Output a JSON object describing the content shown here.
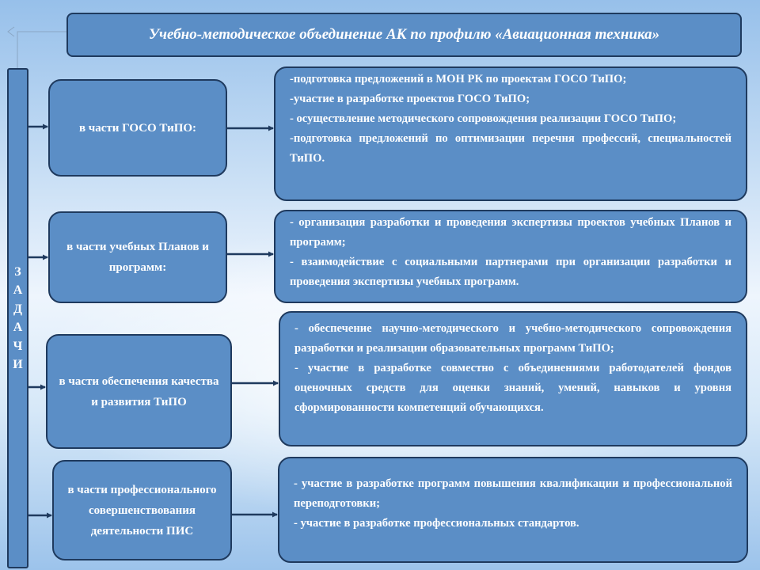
{
  "title": "Учебно-методическое объединение АК по профилю «Авиационная техника»",
  "tasks_label_letters": [
    "З",
    "А",
    "Д",
    "А",
    "Ч",
    "И"
  ],
  "sections": [
    {
      "category": "в части ГОСО ТиПО:",
      "items": [
        "-подготовка предложений в МОН РК по проектам ГОСО ТиПО;",
        "-участие в разработке проектов ГОСО ТиПО;",
        "- осуществление методического сопровождения реализации ГОСО ТиПО;",
        "-подготовка предложений по оптимизации перечня профессий, специальностей ТиПО."
      ]
    },
    {
      "category": "в части учебных Планов и программ:",
      "items": [
        "- организация разработки и проведения экспертизы проектов учебных  Планов и программ;",
        "- взаимодействие с социальными партнерами при организации разработки и проведения экспертизы учебных программ."
      ]
    },
    {
      "category": "в части обеспечения качества и развития ТиПО",
      "items": [
        "- обеспечение научно-методического и учебно-методического сопровождения разработки и реализации образовательных программ ТиПО;",
        "- участие в разработке совместно с объединениями работодателей фондов оценочных средств для оценки знаний, умений, навыков и уровня сформированности компетенций обучающихся."
      ]
    },
    {
      "category": "в части профессионального совершенствования деятельности ПИС",
      "items": [
        "- участие в разработке программ повышения квалификации и профессиональной переподготовки;",
        "- участие в разработке профессиональных стандартов."
      ]
    }
  ],
  "colors": {
    "box_fill": "#5b8ec6",
    "box_border": "#1f3a5e",
    "arrow": "#1f3a5e",
    "text": "#ffffff"
  }
}
